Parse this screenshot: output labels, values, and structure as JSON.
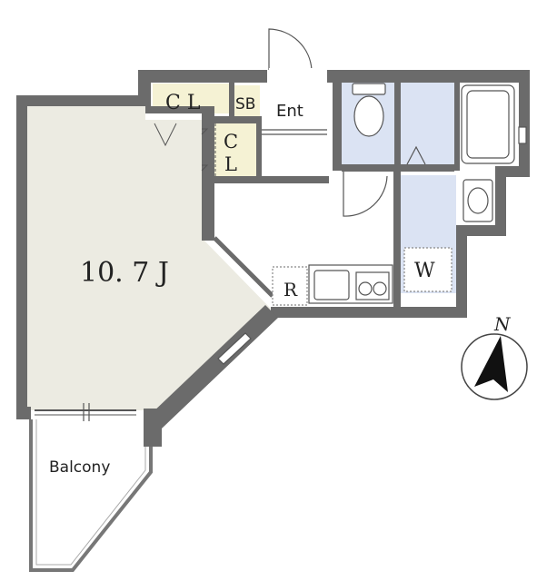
{
  "rooms": {
    "main_room": "10. 7 J",
    "closet_1": "C L",
    "closet_2_top": "C",
    "closet_2_bottom": "L",
    "shoe_box": "SB",
    "entrance": "Ent",
    "refrigerator": "R",
    "washer": "W",
    "balcony": "Balcony"
  },
  "compass": {
    "north": "N"
  },
  "colors": {
    "wall": "#6b6b6b",
    "main_room_floor": "#ecebe2",
    "wet_area": "#dbe3f3",
    "closet": "#f5f2d4",
    "fixture_stroke": "#555555"
  }
}
